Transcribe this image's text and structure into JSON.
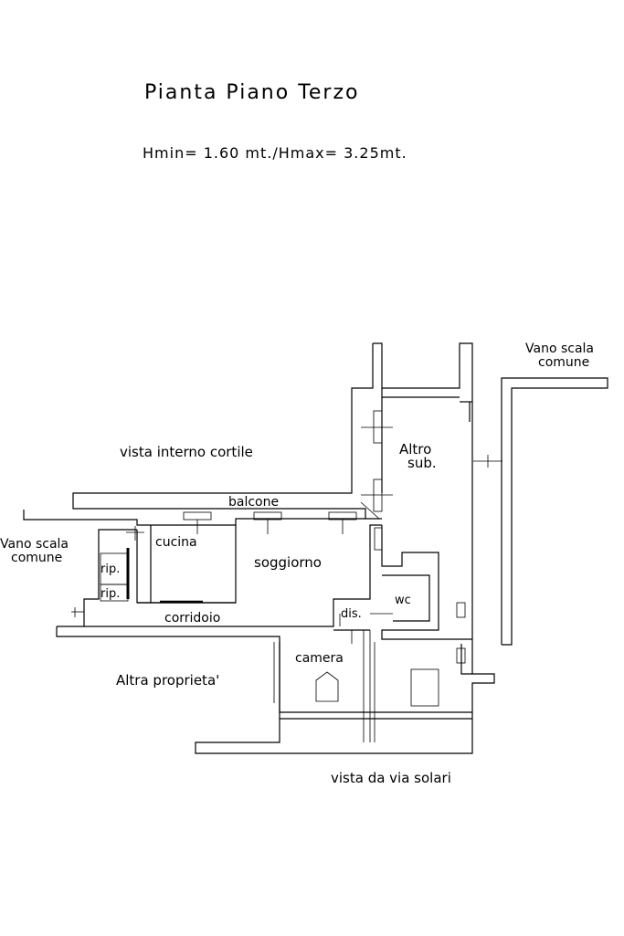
{
  "title": "Pianta Piano Terzo",
  "heights": "Hmin= 1.60 mt./Hmax= 3.25mt.",
  "labels": {
    "vano_scala_right_1": "Vano scala",
    "vano_scala_right_2": "comune",
    "vista_interno": "vista interno cortile",
    "altro_1": "Altro",
    "altro_2": "sub.",
    "balcone": "balcone",
    "vano_scala_left_1": "Vano scala",
    "vano_scala_left_2": "comune",
    "cucina": "cucina",
    "soggiorno": "soggiorno",
    "rip1": "rip.",
    "rip2": "rip.",
    "wc": "wc",
    "dis": "dis.",
    "corridoio": "corridoio",
    "camera": "camera",
    "altra_proprieta": "Altra proprieta'",
    "vista_via": "vista da via solari"
  }
}
